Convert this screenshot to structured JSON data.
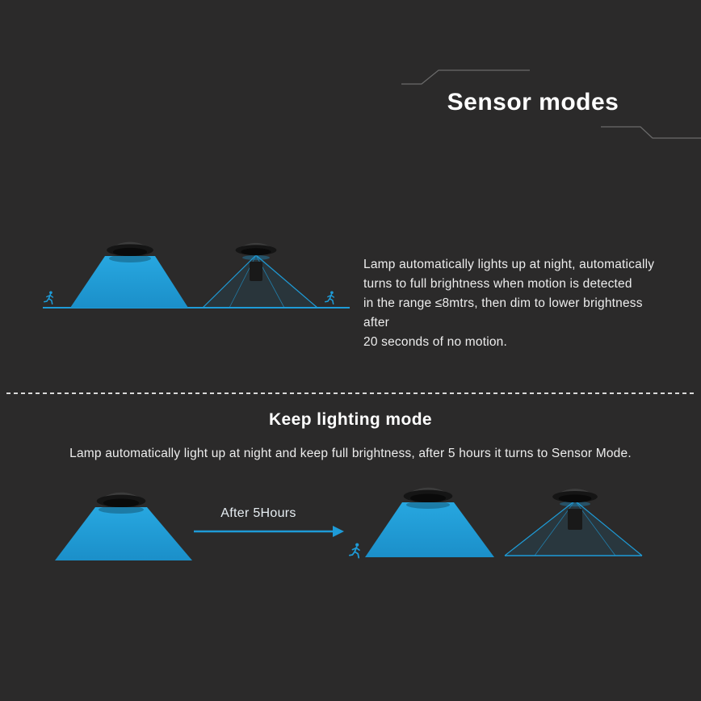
{
  "header": {
    "title": "Sensor modes"
  },
  "sensor_mode": {
    "description": "Lamp automatically lights up at night, automatically\nturns to full brightness when motion is detected\nin the range ≤8mtrs, then dim to lower brightness after\n20 seconds of no motion."
  },
  "keep_lighting": {
    "title": "Keep lighting mode",
    "description": "Lamp automatically light up at night and keep full brightness, after 5 hours it turns to Sensor Mode.",
    "arrow_label": "After 5Hours"
  },
  "colors": {
    "background": "#2B2A2A",
    "accent_blue": "#1E9BD7",
    "text": "#FFFFFF",
    "muted_line": "#6B6B6B"
  },
  "icons": {
    "runner": "runner-icon",
    "lamp_fixture": "lamp-fixture-icon",
    "light_cone_full": "light-cone-full",
    "light_cone_dim": "light-cone-dim",
    "arrow": "after-hours-arrow"
  }
}
